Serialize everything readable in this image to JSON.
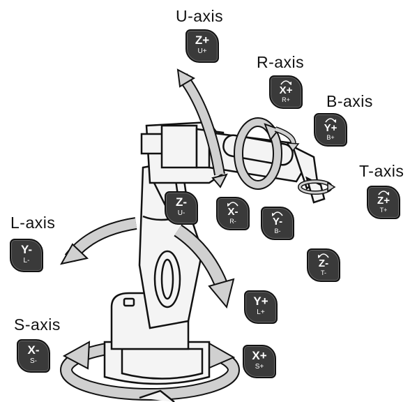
{
  "axes": {
    "u": "U-axis",
    "r": "R-axis",
    "b": "B-axis",
    "t": "T-axis",
    "l": "L-axis",
    "s": "S-axis"
  },
  "keys": {
    "z_plus": {
      "main": "Z+",
      "sub": "U+"
    },
    "z_minus": {
      "main": "Z-",
      "sub": "U-"
    },
    "rx_plus": {
      "main": "X+",
      "sub": "R+"
    },
    "rx_minus": {
      "main": "X-",
      "sub": "R-"
    },
    "ry_plus": {
      "main": "Y+",
      "sub": "B+"
    },
    "ry_minus": {
      "main": "Y-",
      "sub": "B-"
    },
    "rz_plus": {
      "main": "Z+",
      "sub": "T+"
    },
    "rz_minus": {
      "main": "Z-",
      "sub": "T-"
    },
    "y_minus": {
      "main": "Y-",
      "sub": "L-"
    },
    "y_plus": {
      "main": "Y+",
      "sub": "L+"
    },
    "x_minus": {
      "main": "X-",
      "sub": "S-"
    },
    "x_plus": {
      "main": "X+",
      "sub": "S+"
    }
  },
  "colors": {
    "key_fill": "#3a3a3a",
    "arrow_fill": "#d0d0d0",
    "robot_fill": "#f4f4f4",
    "outline": "#111111"
  },
  "icons": {
    "rotation": "rotation-arrow-icon"
  }
}
